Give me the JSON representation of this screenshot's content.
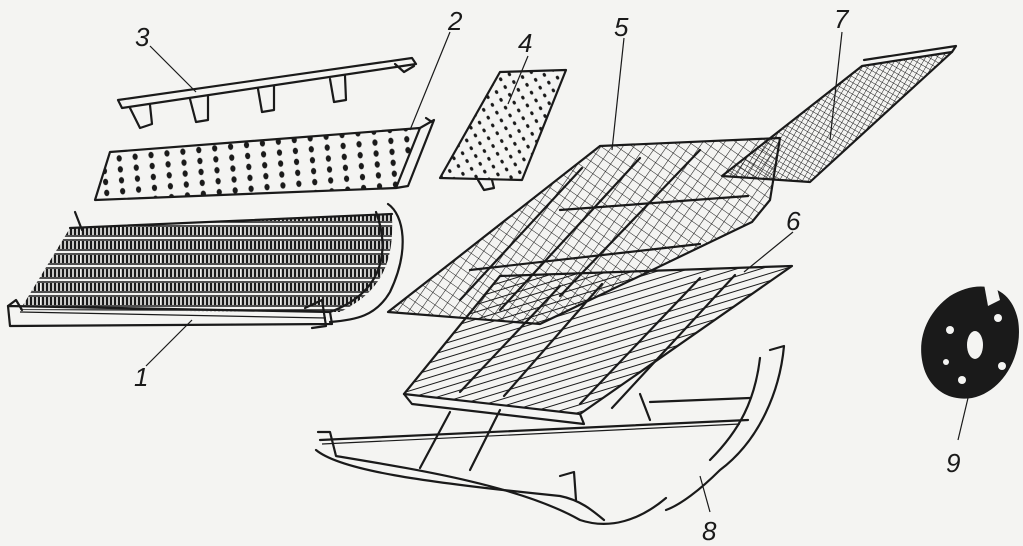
{
  "figure": {
    "description_labels": [
      "1",
      "2",
      "3",
      "4",
      "5",
      "6",
      "7",
      "8",
      "9"
    ]
  },
  "callouts": {
    "label_1": "1",
    "label_2": "2",
    "label_3": "3",
    "label_4": "4",
    "label_5": "5",
    "label_6": "6",
    "label_7": "7",
    "label_8": "8",
    "label_9": "9"
  },
  "colors": {
    "ink": "#1a1a1a",
    "paper": "#f4f4f2"
  }
}
